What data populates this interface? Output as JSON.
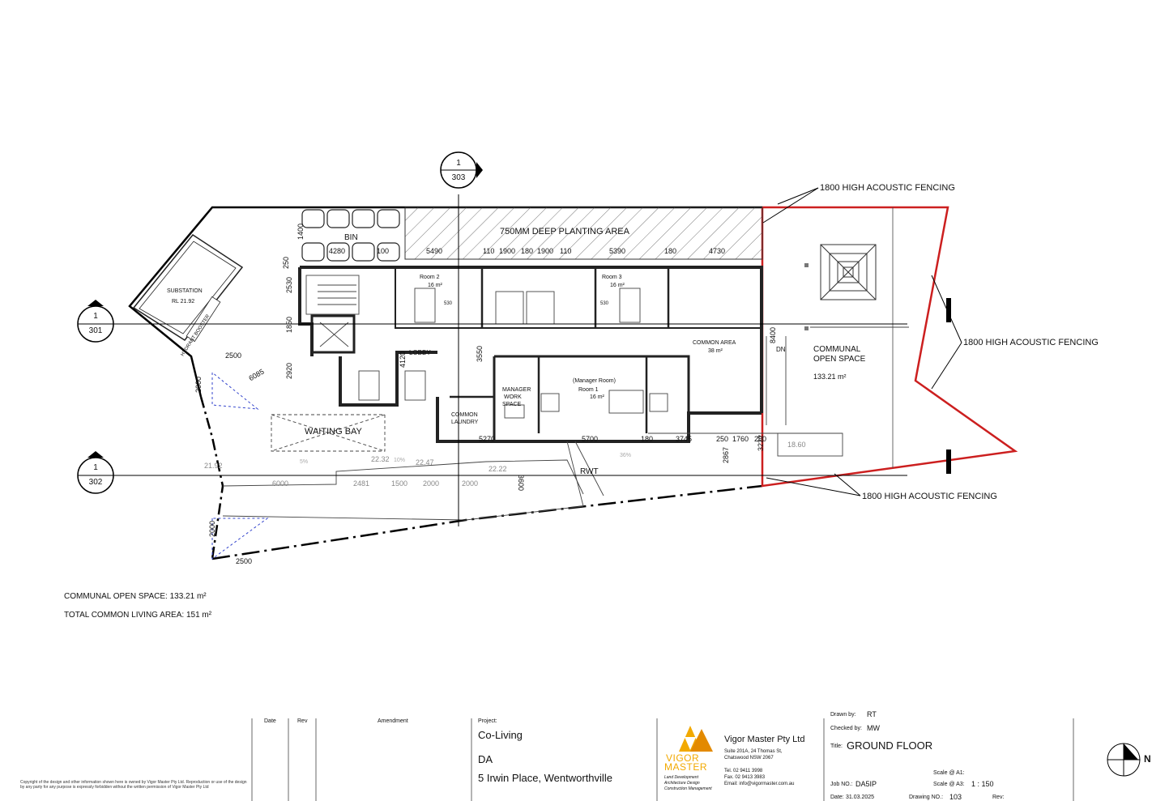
{
  "callouts": {
    "fence_top": "1800 HIGH ACOUSTIC FENCING",
    "fence_right": "1800 HIGH ACOUSTIC FENCING",
    "fence_bottom": "1800 HIGH ACOUSTIC FENCING"
  },
  "sections": [
    {
      "num": "1",
      "sheet": "303"
    },
    {
      "num": "1",
      "sheet": "301"
    },
    {
      "num": "1",
      "sheet": "302"
    }
  ],
  "rooms": {
    "bin": "BIN",
    "planting": "750MM DEEP PLANTING AREA",
    "substation": "SUBSTATION",
    "substation_rl": "RL 21.92",
    "hydrant": "HYDRANT BOOSTER",
    "lobby": "LOBBY",
    "room2": "Room  2",
    "room2_area": "16 m²",
    "room3": "Room  3",
    "room3_area": "16 m²",
    "common_area": "COMMON AREA",
    "common_area_size": "38 m²",
    "manager_room": "(Manager Room)",
    "room1": "Room  1",
    "room1_area": "16 m²",
    "manager_work_1": "MANAGER",
    "manager_work_2": "WORK",
    "manager_work_3": "SPACE",
    "laundry_1": "COMMON",
    "laundry_2": "LAUNDRY",
    "waiting_bay": "WAITING BAY",
    "communal_1": "COMMUNAL",
    "communal_2": "OPEN SPACE",
    "communal_area": "133.21 m²",
    "rwt": "RWT",
    "dn": "DN"
  },
  "dimensions": {
    "d1400": "1400",
    "d4280": "4280",
    "d100": "100",
    "d5490": "5490",
    "d110a": "110",
    "d1900a": "1900",
    "d180a": "180",
    "d1900b": "1900",
    "d110b": "110",
    "d5390": "5390",
    "d180b": "180",
    "d4730": "4730",
    "d250": "250",
    "d2530": "2530",
    "d1850": "1850",
    "d2920": "2920",
    "d2500a": "2500",
    "d6085": "6085",
    "d2000a": "2000",
    "d4120": "4120",
    "d3550": "3550",
    "d530a": "530",
    "d530b": "530",
    "d8400": "8400",
    "d5270": "5270",
    "d5700": "5700",
    "d180c": "180",
    "d3745": "3745",
    "d250b": "250",
    "d1760": "1760",
    "d250c": "250",
    "d2867": "2867",
    "d3222": "3222",
    "d3600": "3600",
    "d6000": "6000",
    "d2481": "2481",
    "d1500": "1500",
    "d2000b": "2000",
    "d2000c": "2000",
    "d2000d": "2000",
    "d2500b": "2500"
  },
  "levels": {
    "l2192": "21.92",
    "l2232": "22.32",
    "l2247": "22.47",
    "l2222": "22.22",
    "l1860": "18.60",
    "pct5": "5%",
    "pct10": "10%",
    "pct36": "36%"
  },
  "notes": {
    "open_space": "COMMUNAL OPEN SPACE: 133.21 m²",
    "living_area": "TOTAL COMMON LIVING AREA: 151 m²"
  },
  "title_block": {
    "copyright": "Copyright of the design and other information shown here is owned by Vigor Master Pty Ltd. Reproduction or use of the design by any party for any purpose is expressly forbidden without the written permission of Vigor Master Pty Ltd",
    "col_date": "Date",
    "col_rev": "Rev",
    "col_amendment": "Amendment",
    "project_label": "Project:",
    "project_1": "Co-Living",
    "project_2": "DA",
    "project_3": "5 Irwin Place, Wentworthville",
    "logo_line1": "VIGOR",
    "logo_line2": "MASTER",
    "logo_sub1": "Land Development",
    "logo_sub2": "Architecture Design",
    "logo_sub3": "Construction Management",
    "company": "Vigor Master Pty Ltd",
    "address_1": "Suite 201A, 24 Thomas St,",
    "address_2": "Chatswood NSW 2067",
    "tel": "Tel.  02 9411 3998",
    "fax": "Fax.  02 9413 3983",
    "email": "Email:  info@vigormaster.com.au",
    "drawn_label": "Drawn by:",
    "drawn_value": "RT",
    "checked_label": "Checked by:",
    "checked_value": "MW",
    "title_label": "Title:",
    "title_value": "GROUND FLOOR",
    "job_label": "Job NO.:",
    "job_value": "DA5IP",
    "scale_a1_label": "Scale @ A1:",
    "scale_a3_label": "Scale @ A3:",
    "scale_a3_value": "1 : 150",
    "date_label": "Date:",
    "date_value": "31.03.2025",
    "drawing_label": "Drawing NO.:",
    "drawing_value": "103",
    "rev_label": "Rev:",
    "north": "N"
  },
  "colors": {
    "boundary": "#cc1f1f",
    "logo_gold": "#f2a900",
    "blue_dash": "#3344cc"
  }
}
